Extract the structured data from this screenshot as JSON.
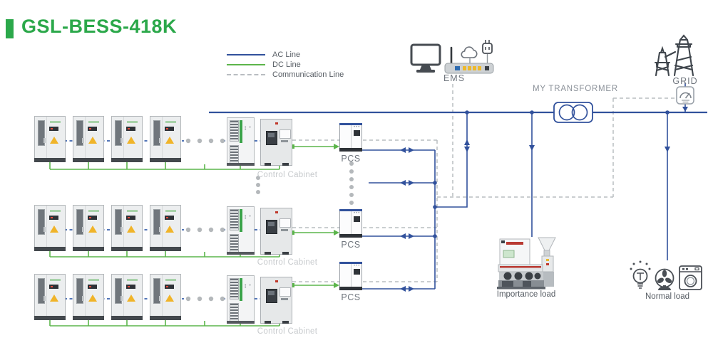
{
  "title": "GSL-BESS-418K",
  "legend": {
    "items": [
      {
        "label": "AC Line",
        "color": "#31519c",
        "style": "solid"
      },
      {
        "label": "DC Line",
        "color": "#5cb54b",
        "style": "solid"
      },
      {
        "label": "Communication Line",
        "color": "#b9bdc1",
        "style": "dashed"
      }
    ]
  },
  "labels": {
    "ems": "EMS",
    "grid": "GRID",
    "transformer": "MY TRANSFORMER",
    "pcs": "PCS",
    "control_cabinet": "Control Cabinet",
    "importance_load": "Importance load",
    "normal_load": "Normal load"
  },
  "colors": {
    "title_green": "#2ba84a",
    "ac_line": "#31519c",
    "dc_line": "#5cb54b",
    "comm_line": "#b9bdc1",
    "battery_link_dashed": "#3b63ae",
    "warning_triangle": "#f0b429"
  },
  "equipment": {
    "battery_rows": 3,
    "battery_cabinets_shown_per_row": 4,
    "control_cabinets": 3,
    "pcs_units": 3
  }
}
